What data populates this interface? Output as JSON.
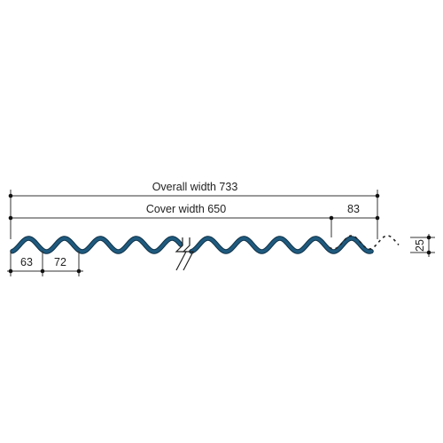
{
  "profile": {
    "overall_width_label": "Overall width 733",
    "cover_width_label": "Cover width 650",
    "overlap_label": "83",
    "pitch_first_label": "63",
    "pitch_label": "72",
    "depth_label": "25"
  },
  "colors": {
    "sheet": "#1f5a7e",
    "sheet_edge": "#0d2f45",
    "dimension": "#333333",
    "break_mark": "#222222"
  }
}
